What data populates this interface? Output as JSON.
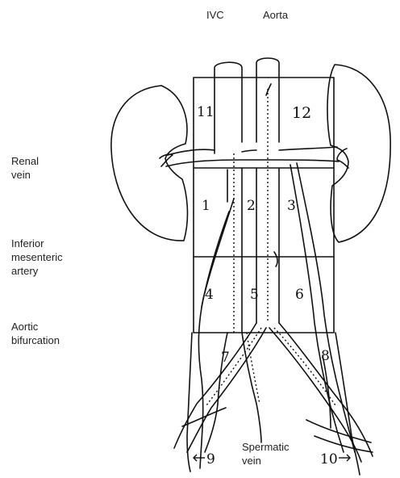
{
  "labels": {
    "ivc": "IVC",
    "aorta": "Aorta",
    "renal_vein": [
      "Renal",
      "vein"
    ],
    "inferior_mesenteric_artery": [
      "Inferior",
      "mesenteric",
      "artery"
    ],
    "aortic_bifurcation": [
      "Aortic",
      "bifurcation"
    ],
    "spermatic_vein": [
      "Spermatic",
      "vein"
    ]
  },
  "zones": {
    "z1": "1",
    "z2": "2",
    "z3": "3",
    "z4": "4",
    "z5": "5",
    "z6": "6",
    "z7": "7",
    "z8": "8",
    "z9": "9",
    "z10": "10",
    "z11": "11",
    "z12": "12"
  },
  "arrows": {
    "left": "←",
    "right": "→"
  }
}
